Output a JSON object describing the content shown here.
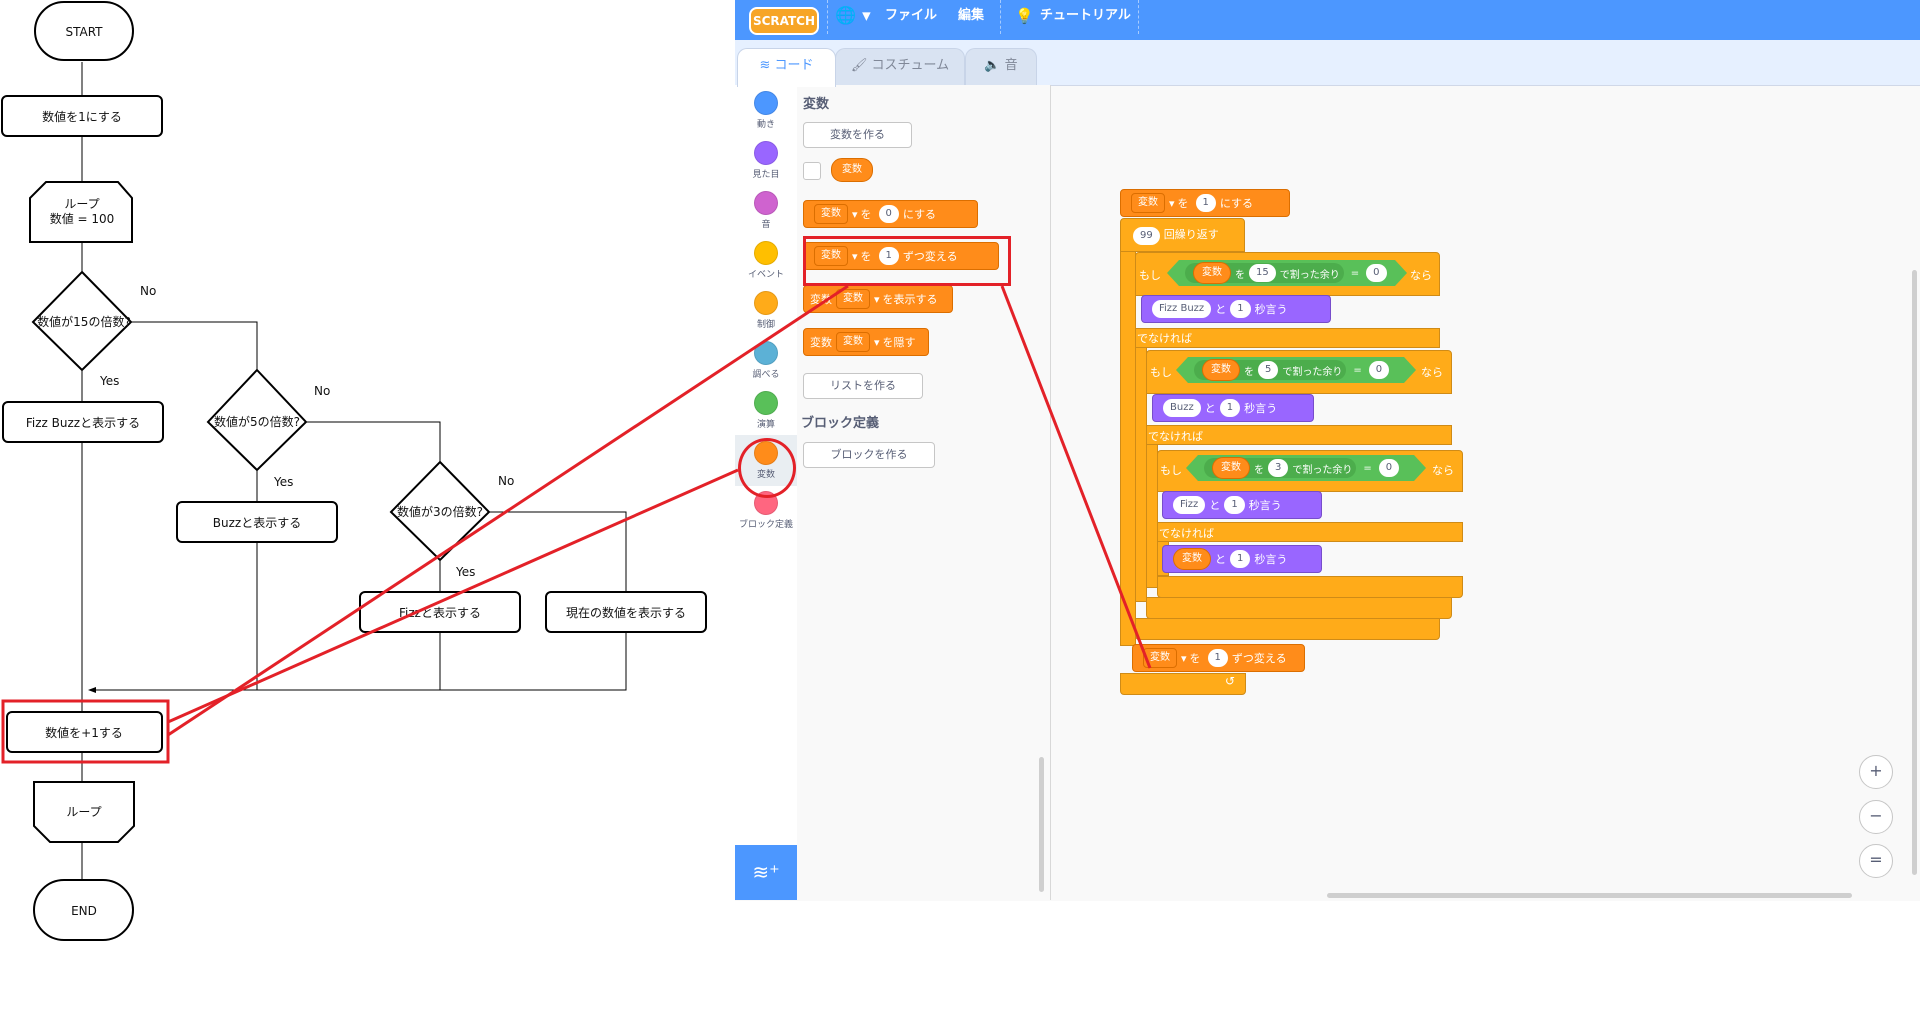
{
  "flowchart": {
    "start": "START",
    "init": "数値を1にする",
    "loop_top_line1": "ループ",
    "loop_top_line2": "数値 = 100",
    "cond15": "数値が15の倍数?",
    "cond5": "数値が5の倍数?",
    "cond3": "数値が3の倍数?",
    "yes": "Yes",
    "no": "No",
    "say_fizzbuzz": "Fizz Buzzと表示する",
    "say_buzz": "Buzzと表示する",
    "say_fizz": "Fizzと表示する",
    "say_number": "現在の数値を表示する",
    "increment": "数値を+1する",
    "loop_bottom": "ループ",
    "end": "END"
  },
  "menubar": {
    "logo": "SCRATCH",
    "file": "ファイル",
    "edit": "編集",
    "tutorial": "チュートリアル"
  },
  "tabs": {
    "code": "コード",
    "costume": "コスチューム",
    "sound": "音"
  },
  "categories": [
    {
      "label": "動き",
      "color": "#4c97ff"
    },
    {
      "label": "見た目",
      "color": "#9966ff"
    },
    {
      "label": "音",
      "color": "#cf63cf"
    },
    {
      "label": "イベント",
      "color": "#ffbf00"
    },
    {
      "label": "制御",
      "color": "#ffab19"
    },
    {
      "label": "調べる",
      "color": "#5cb1d6"
    },
    {
      "label": "演算",
      "color": "#59c059"
    },
    {
      "label": "変数",
      "color": "#ff8c1a"
    },
    {
      "label": "ブロック定義",
      "color": "#ff6680"
    }
  ],
  "palette": {
    "variables_title": "変数",
    "make_variable": "変数を作る",
    "var_reporter": "変数",
    "set_block": {
      "var": "変数",
      "to": "を",
      "value": "0",
      "suffix": "にする"
    },
    "change_block": {
      "var": "変数",
      "to": "を",
      "value": "1",
      "suffix": "ずつ変える"
    },
    "show_block": {
      "prefix": "変数",
      "var": "変数",
      "suffix": "を表示する"
    },
    "hide_block": {
      "prefix": "変数",
      "var": "変数",
      "suffix": "を隠す"
    },
    "make_list": "リストを作る",
    "my_blocks_title": "ブロック定義",
    "make_block": "ブロックを作る"
  },
  "script": {
    "set": {
      "var": "変数",
      "to": "を",
      "value": "1",
      "suffix": "にする"
    },
    "repeat": {
      "count": "99",
      "suffix": "回繰り返す"
    },
    "if_label": "もし",
    "then_label": "なら",
    "else_label": "でなければ",
    "mod_label": "で割った余り",
    "wo": "を",
    "eq": "=",
    "zero": "0",
    "var": "変数",
    "to": "と",
    "secs": "1",
    "say_suffix": "秒言う",
    "div15": "15",
    "div5": "5",
    "div3": "3",
    "fizzbuzz": "Fizz Buzz",
    "buzz": "Buzz",
    "fizz": "Fizz",
    "change": {
      "var": "変数",
      "to": "を",
      "value": "1",
      "suffix": "ずつ変える"
    }
  },
  "zoom": {
    "in": "+",
    "out": "−",
    "reset": "="
  }
}
